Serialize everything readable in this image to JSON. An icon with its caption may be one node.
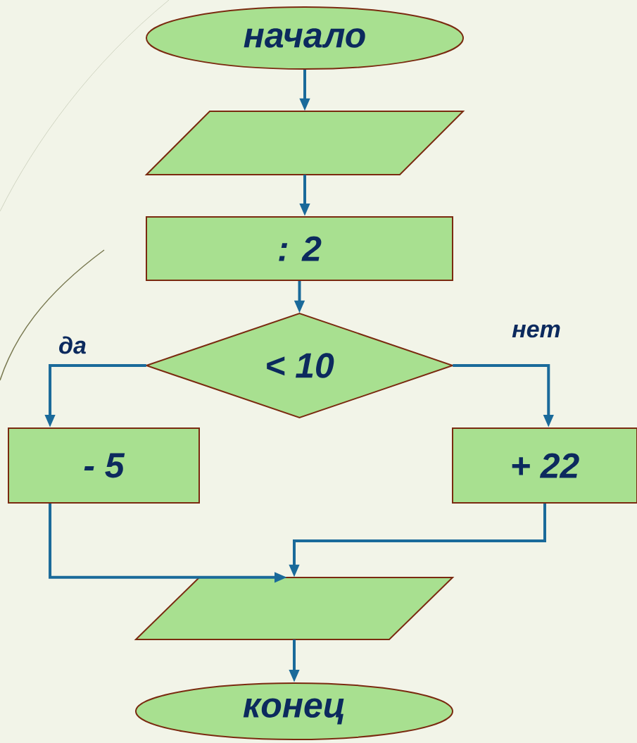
{
  "diagram": {
    "nodes": [
      {
        "text": [
          "начало"
        ]
      },
      {
        "text": [],
        "shape": "parallelogram"
      },
      {
        "text": [
          ": 2"
        ]
      },
      {
        "text": [
          "< 10"
        ]
      },
      {
        "text": [
          "- 5"
        ]
      },
      {
        "text": [
          "+ 22"
        ]
      },
      {
        "text": [],
        "shape": "parallelogram"
      },
      {
        "text": [
          "конец"
        ]
      }
    ],
    "edges": [
      {
        "from": 0,
        "to": 1,
        "arrow": "to"
      },
      {
        "from": 1,
        "to": 2,
        "arrow": "to"
      },
      {
        "from": 2,
        "to": 3,
        "arrow": "to"
      },
      {
        "from": 3,
        "to": 4,
        "arrow": "to",
        "label": "да"
      },
      {
        "from": 3,
        "to": 5,
        "arrow": "to",
        "label": "нет"
      },
      {
        "from": 4,
        "to": 6,
        "arrow": "to"
      },
      {
        "from": 5,
        "to": 6,
        "arrow": "to"
      },
      {
        "from": 6,
        "to": 7,
        "arrow": "to"
      }
    ]
  }
}
